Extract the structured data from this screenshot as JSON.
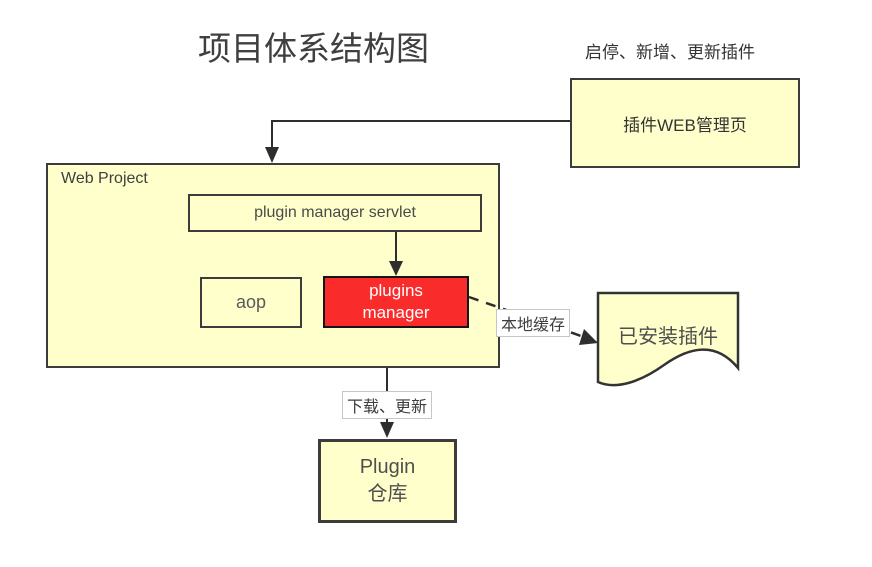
{
  "title": "项目体系结构图",
  "colors": {
    "node_fill": "#ffffcc",
    "node_border": "#3c3c3c",
    "accent_red": "#fa2b2b",
    "arrow": "#2e2e2e",
    "text_gray": "#4a4a4a"
  },
  "nodes": {
    "web_admin_page": {
      "label": "插件WEB管理页",
      "caption": "启停、新增、更新插件"
    },
    "web_project": {
      "label": "Web Project"
    },
    "plugin_manager_servlet": {
      "label": "plugin manager servlet"
    },
    "aop": {
      "label": "aop"
    },
    "plugins_manager": {
      "line1": "plugins",
      "line2": "manager"
    },
    "installed_plugins": {
      "label": "已安装插件",
      "shape": "document"
    },
    "plugin_repo": {
      "line1": "Plugin",
      "line2": "仓库"
    }
  },
  "edges": {
    "admin_to_project": {
      "from": "web_admin_page",
      "to": "web_project",
      "style": "solid",
      "label": ""
    },
    "servlet_to_manager": {
      "from": "plugin_manager_servlet",
      "to": "plugins_manager",
      "style": "solid",
      "label": ""
    },
    "manager_to_installed": {
      "from": "plugins_manager",
      "to": "installed_plugins",
      "style": "dashed",
      "label": "本地缓存"
    },
    "project_to_repo": {
      "from": "web_project",
      "to": "plugin_repo",
      "style": "solid",
      "label": "下载、更新"
    }
  }
}
